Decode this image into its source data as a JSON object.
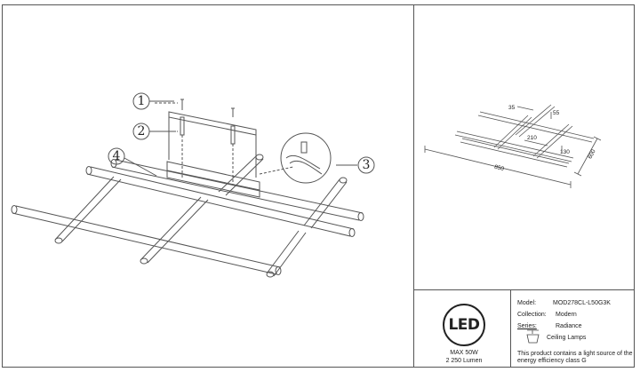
{
  "callouts": [
    "1",
    "2",
    "3",
    "4"
  ],
  "dimensions": {
    "d35": "35",
    "d55": "55",
    "d210": "210",
    "d130": "130",
    "d850": "850",
    "d600": "600"
  },
  "logo": "LED",
  "power": {
    "max": "MAX 50W",
    "lumen": "2 250 Lumen"
  },
  "specs": {
    "model_label": "Model:",
    "model_value": "MOD278CL-L50G3K",
    "collection_label": "Collection:",
    "collection_value": "Modern",
    "series_label": "Series:",
    "series_value": "Radiance",
    "category_value": "Ceiling Lamps",
    "note_line1": "This product contains a light source of the",
    "note_line2": "energy efficiency class G"
  },
  "colors": {
    "line": "#555555",
    "text": "#222222"
  }
}
